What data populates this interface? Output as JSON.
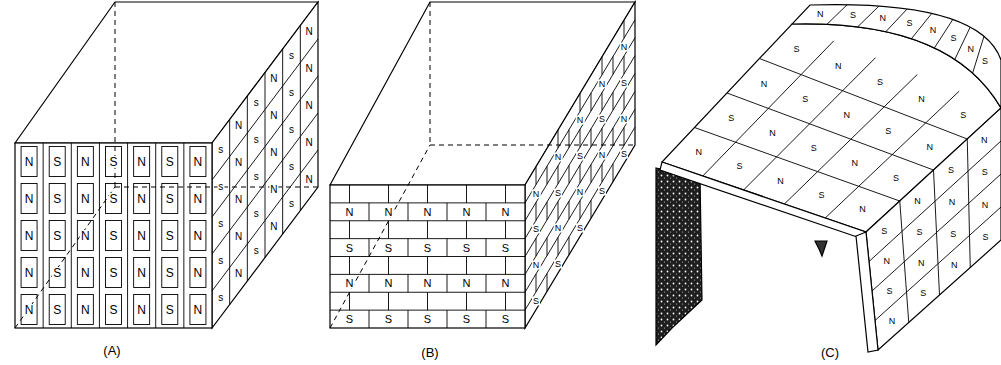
{
  "diagram": {
    "labels": [
      "N",
      "N",
      "N",
      "N",
      "N",
      "S",
      "S",
      "S",
      "S",
      "S",
      "N",
      "N",
      "N",
      "N",
      "N",
      "S",
      "S",
      "S",
      "S",
      "S",
      "N",
      "N",
      "N",
      "N",
      "N",
      "S",
      "S",
      "S",
      "S",
      "S",
      "N",
      "N",
      "N",
      "N",
      "N",
      "s",
      "s",
      "s",
      "s",
      "s",
      "N",
      "N",
      "N",
      "N",
      "N",
      "s",
      "s",
      "s",
      "s",
      "s",
      "N",
      "N",
      "N",
      "N",
      "N",
      "s",
      "s",
      "s",
      "s",
      "s",
      "N",
      "N",
      "N",
      "N",
      "N",
      "N",
      "N",
      "N",
      "N",
      "N",
      "S",
      "S",
      "S",
      "S",
      "S",
      "N",
      "N",
      "N",
      "N",
      "N",
      "S",
      "S",
      "S",
      "S",
      "S",
      "N",
      "N",
      "N",
      "N",
      "N",
      "S",
      "S",
      "S",
      "S",
      "S",
      "N",
      "N",
      "N",
      "N",
      "N",
      "S",
      "S",
      "S",
      "S",
      "S",
      "N",
      "S",
      "N",
      "S",
      "N",
      "S",
      "N",
      "S",
      "N",
      "S",
      "N",
      "S",
      "N",
      "S",
      "N",
      "S",
      "N",
      "S",
      "N",
      "S",
      "S",
      "N",
      "S",
      "N",
      "N",
      "S",
      "N",
      "S",
      "S",
      "N",
      "S",
      "N",
      "N",
      "S",
      "N",
      "S",
      "N",
      "S",
      "N",
      "S",
      "N",
      "S",
      "N",
      "S",
      "(A)",
      "(B)",
      "(C)"
    ]
  }
}
